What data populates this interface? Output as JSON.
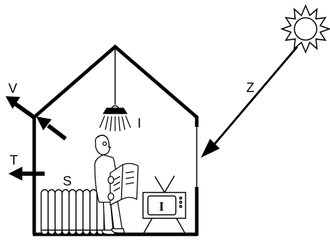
{
  "labels": {
    "sun": "Z",
    "ventilation": "V",
    "transmission": "T",
    "radiator": "S",
    "lamp": "I",
    "tv": "I"
  }
}
